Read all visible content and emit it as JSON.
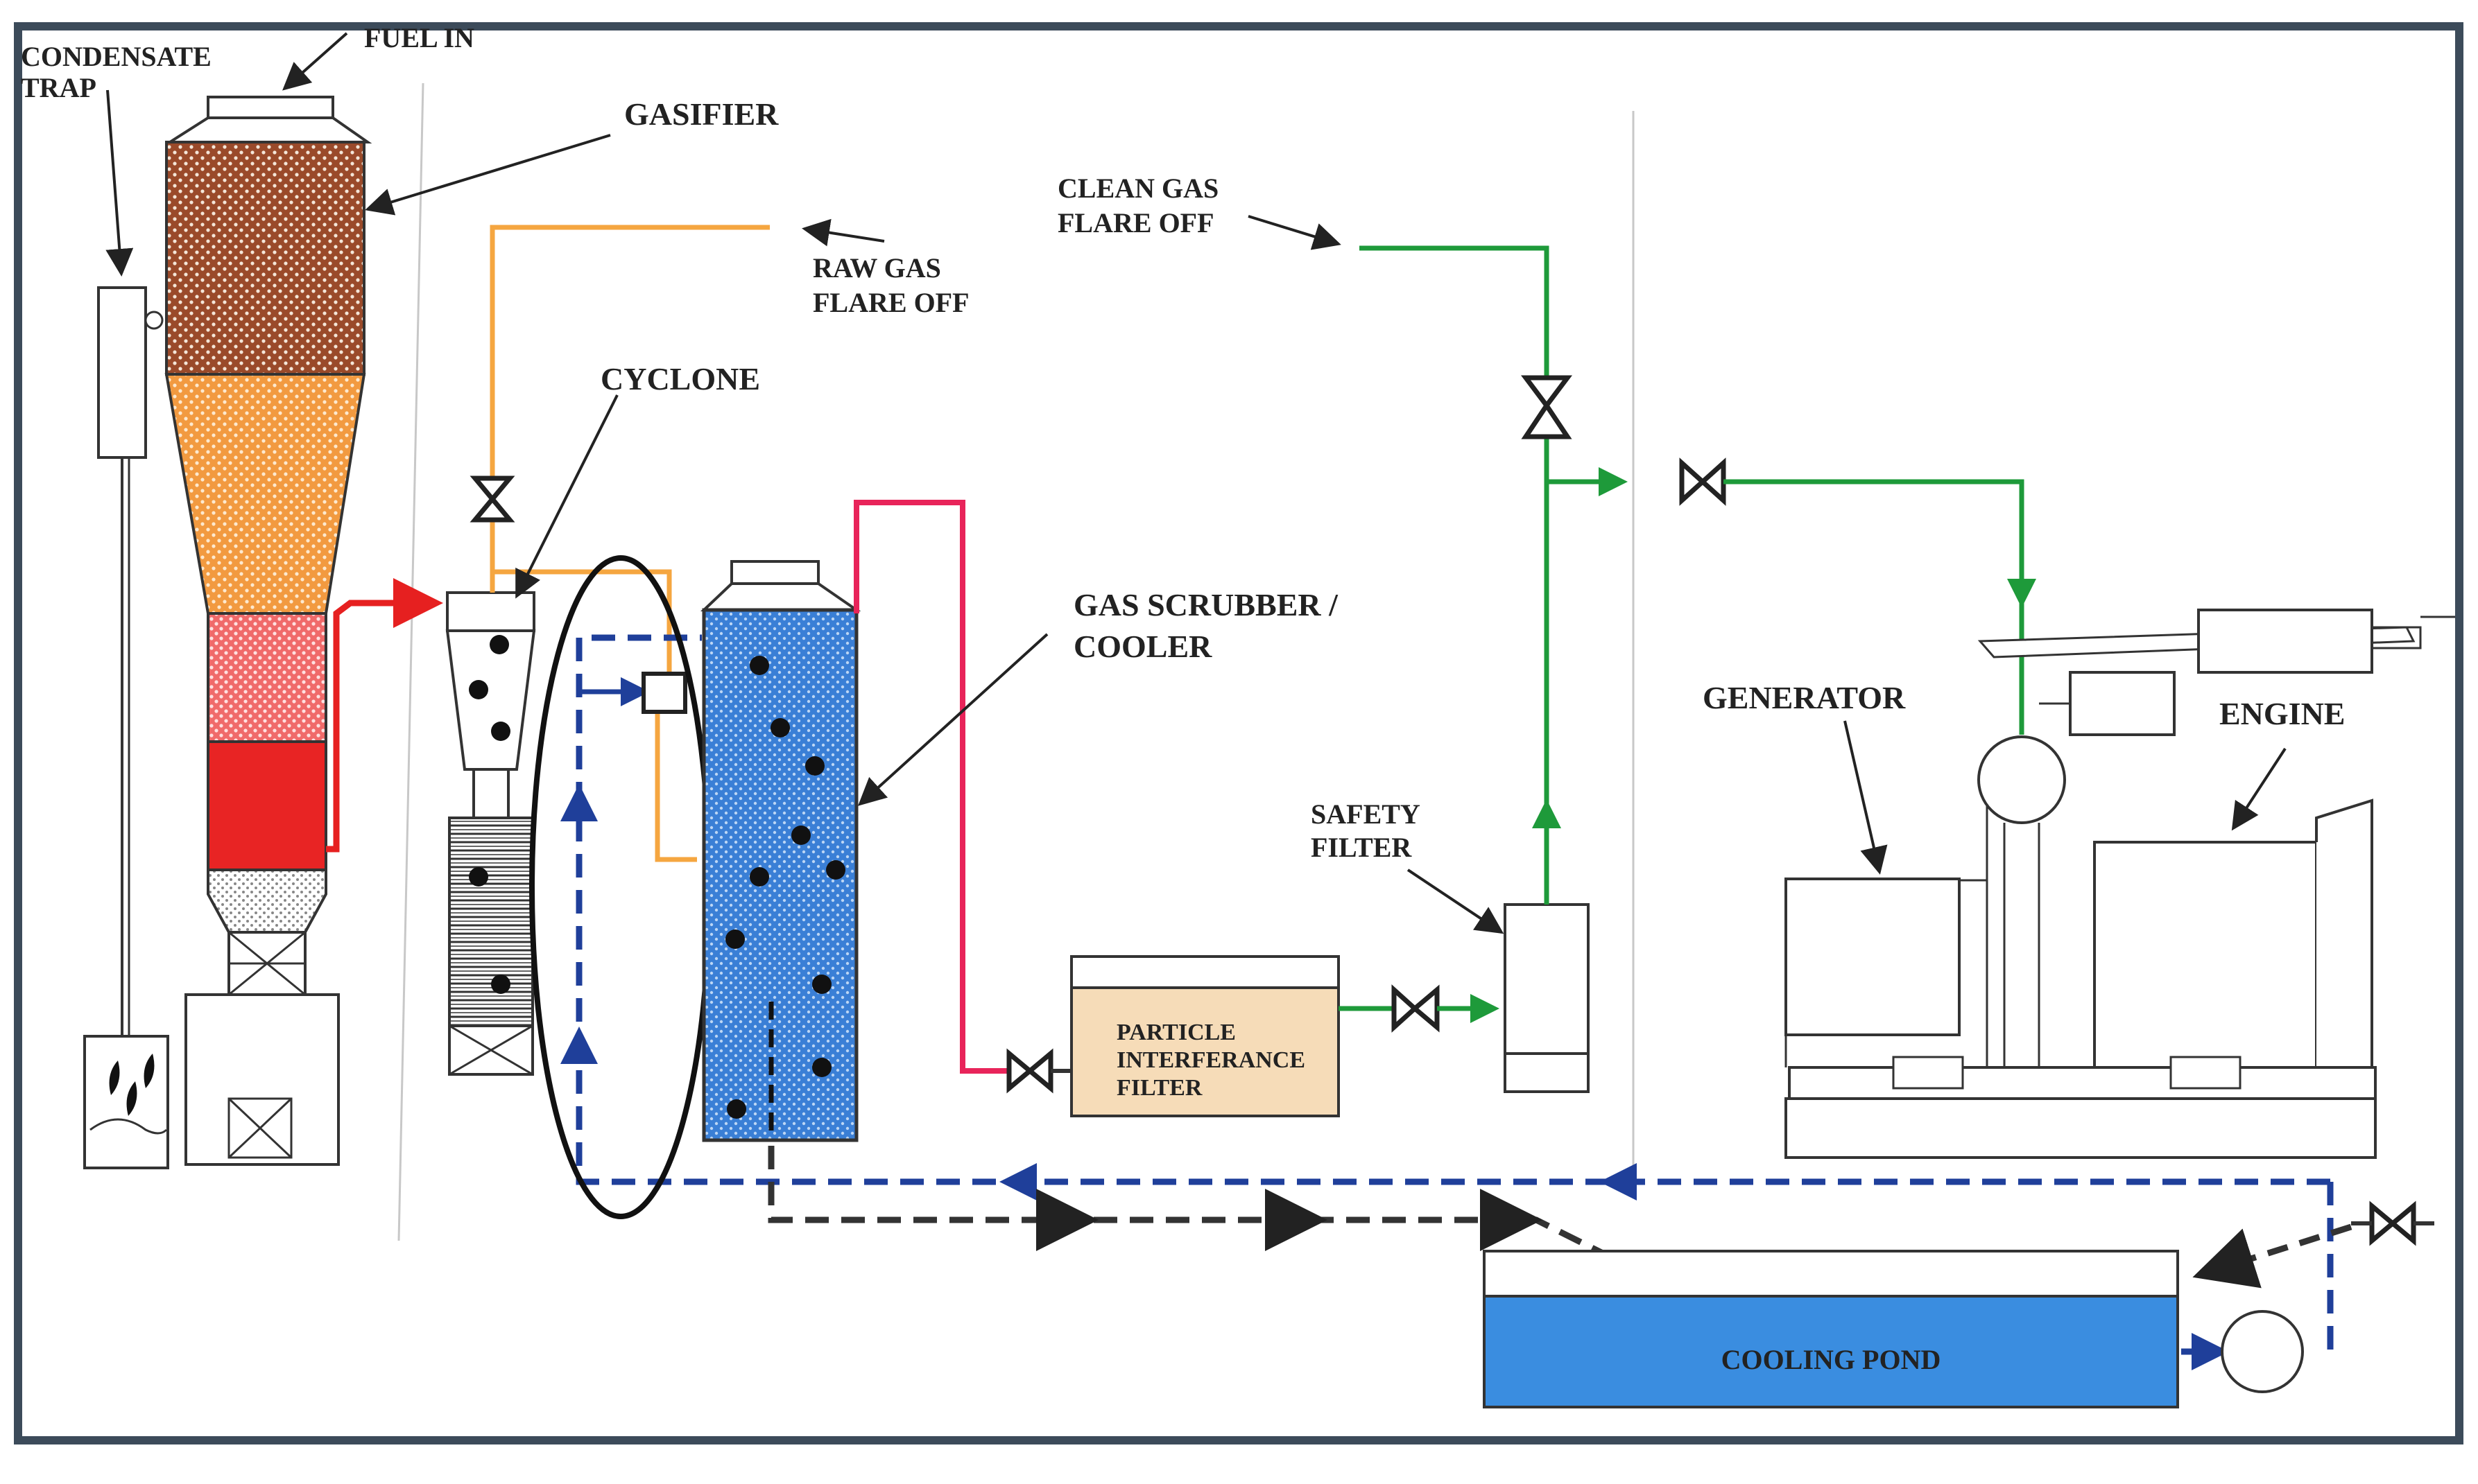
{
  "labels": {
    "condensate_trap_1": "CONDENSATE",
    "condensate_trap_2": "TRAP",
    "fuel_in": "FUEL IN",
    "gasifier": "GASIFIER",
    "raw_gas_1": "RAW GAS",
    "raw_gas_2": "FLARE OFF",
    "clean_gas_1": "CLEAN GAS",
    "clean_gas_2": "FLARE OFF",
    "cyclone": "CYCLONE",
    "scrubber_1": "GAS SCRUBBER /",
    "scrubber_2": "COOLER",
    "generator": "GENERATOR",
    "engine": "ENGINE",
    "safety_1": "SAFETY",
    "safety_2": "FILTER",
    "particle_1": "PARTICLE",
    "particle_2": "INTERFERANCE",
    "particle_3": "FILTER",
    "cooling_pond": "COOLING POND"
  },
  "colors": {
    "frame": "#3c4b5a",
    "hot_gas": "#e62020",
    "raw_gas": "#f5a640",
    "scrubbed_gas": "#e8245a",
    "clean_gas": "#1e9a3a",
    "water": "#1f3f9a",
    "return_water": "#333333",
    "scrubber_fill": "#3a7fd6",
    "pond_fill": "#3a8de0",
    "filter_fill": "#f6dcb8",
    "gasifier_top": "#9a4a2a",
    "gasifier_mid": "#f29a40",
    "gasifier_pink": "#f06a6a",
    "gasifier_red": "#e82424"
  }
}
